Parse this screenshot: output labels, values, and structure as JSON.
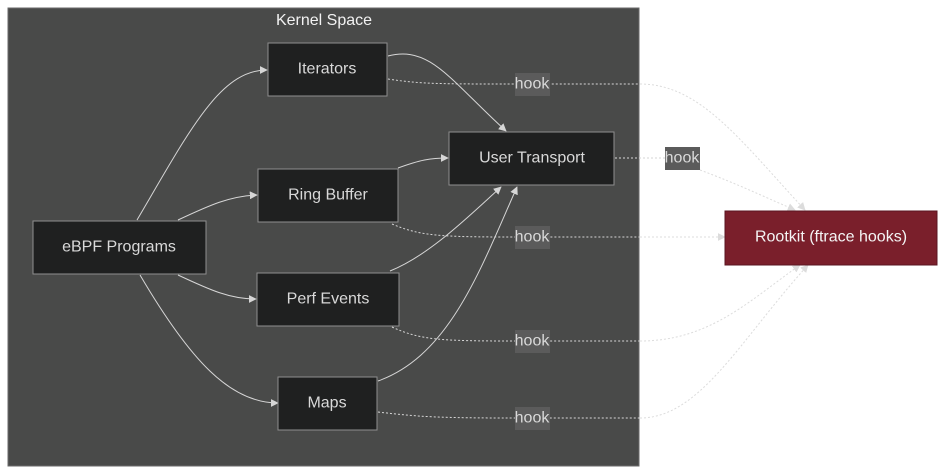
{
  "cluster": {
    "title": "Kernel Space"
  },
  "nodes": {
    "ebpf": "eBPF Programs",
    "iterators": "Iterators",
    "ringbuf": "Ring Buffer",
    "perf": "Perf Events",
    "maps": "Maps",
    "transport": "User Transport",
    "rootkit": "Rootkit (ftrace hooks)"
  },
  "edge_labels": {
    "hook_iterators": "hook",
    "hook_transport": "hook",
    "hook_ringbuf": "hook",
    "hook_perf": "hook",
    "hook_maps": "hook"
  },
  "colors": {
    "cluster_bg": "#494a49",
    "node_bg": "#1f2020",
    "rootkit_bg": "#7a1f2b"
  },
  "edges": [
    {
      "from": "eBPF Programs",
      "to": "Iterators",
      "style": "solid"
    },
    {
      "from": "eBPF Programs",
      "to": "Ring Buffer",
      "style": "solid"
    },
    {
      "from": "eBPF Programs",
      "to": "Perf Events",
      "style": "solid"
    },
    {
      "from": "eBPF Programs",
      "to": "Maps",
      "style": "solid"
    },
    {
      "from": "Iterators",
      "to": "User Transport",
      "style": "solid"
    },
    {
      "from": "Ring Buffer",
      "to": "User Transport",
      "style": "solid"
    },
    {
      "from": "Perf Events",
      "to": "User Transport",
      "style": "solid"
    },
    {
      "from": "Maps",
      "to": "User Transport",
      "style": "solid"
    },
    {
      "from": "Iterators",
      "to": "Rootkit (ftrace hooks)",
      "style": "dotted",
      "label": "hook"
    },
    {
      "from": "User Transport",
      "to": "Rootkit (ftrace hooks)",
      "style": "dotted",
      "label": "hook"
    },
    {
      "from": "Ring Buffer",
      "to": "Rootkit (ftrace hooks)",
      "style": "dotted",
      "label": "hook"
    },
    {
      "from": "Perf Events",
      "to": "Rootkit (ftrace hooks)",
      "style": "dotted",
      "label": "hook"
    },
    {
      "from": "Maps",
      "to": "Rootkit (ftrace hooks)",
      "style": "dotted",
      "label": "hook"
    }
  ]
}
